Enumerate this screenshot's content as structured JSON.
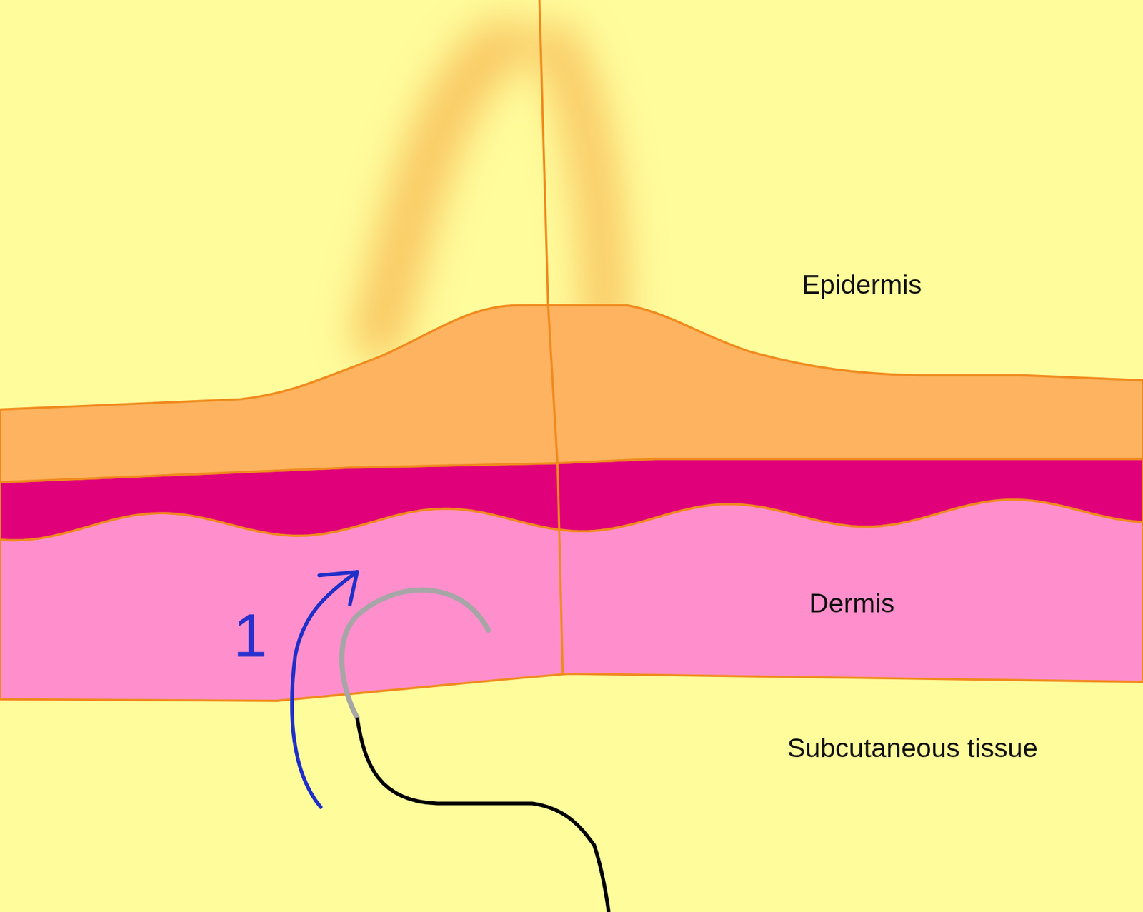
{
  "diagram": {
    "labels": [
      "Epidermis",
      "Dermis",
      "Subcutaneous tissue",
      "1"
    ]
  }
}
